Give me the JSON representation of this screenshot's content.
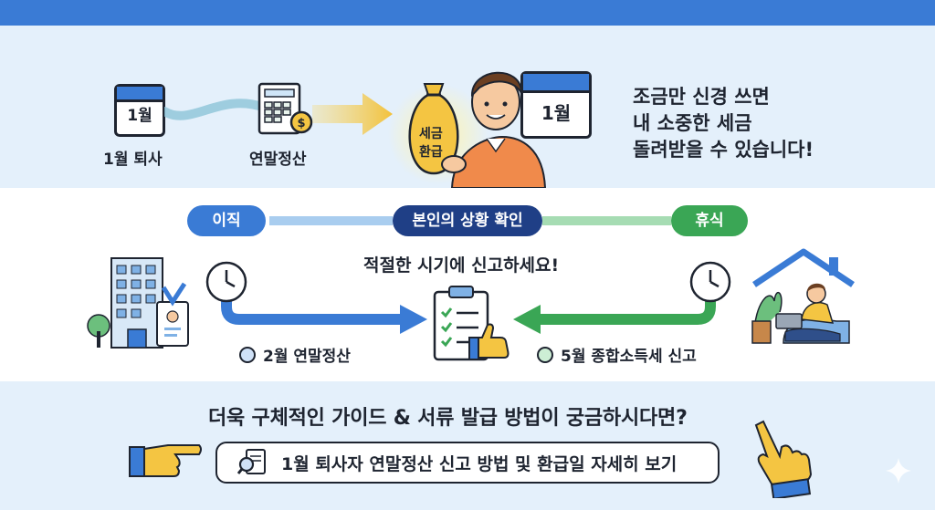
{
  "top": {
    "calendar_left_text": "1월",
    "calendar_left_label": "1월 퇴사",
    "document_label": "연말정산",
    "money_bag_text_1": "세금",
    "money_bag_text_2": "환급",
    "calendar_right_text": "1월",
    "message_lines": [
      "조금만 신경 쓰면",
      "내 소중한 세금",
      "돌려받을 수 있습니다!"
    ]
  },
  "middle": {
    "pill_left": "이직",
    "pill_center": "본인의 상황 확인",
    "pill_right": "휴식",
    "center_title": "적절한 시기에 신고하세요!",
    "step_left": "2월 연말정산",
    "step_right": "5월 종합소득세 신고",
    "colors": {
      "blue": "#3a7bd5",
      "navy": "#1f3f86",
      "green": "#3aa655"
    }
  },
  "bottom": {
    "question": "더욱 구체적인 가이드 & 서류 발급 방법이 궁금하시다면?",
    "link_label": "1월 퇴사자 연말정산 신고 방법 및 환급일 자세히 보기"
  }
}
